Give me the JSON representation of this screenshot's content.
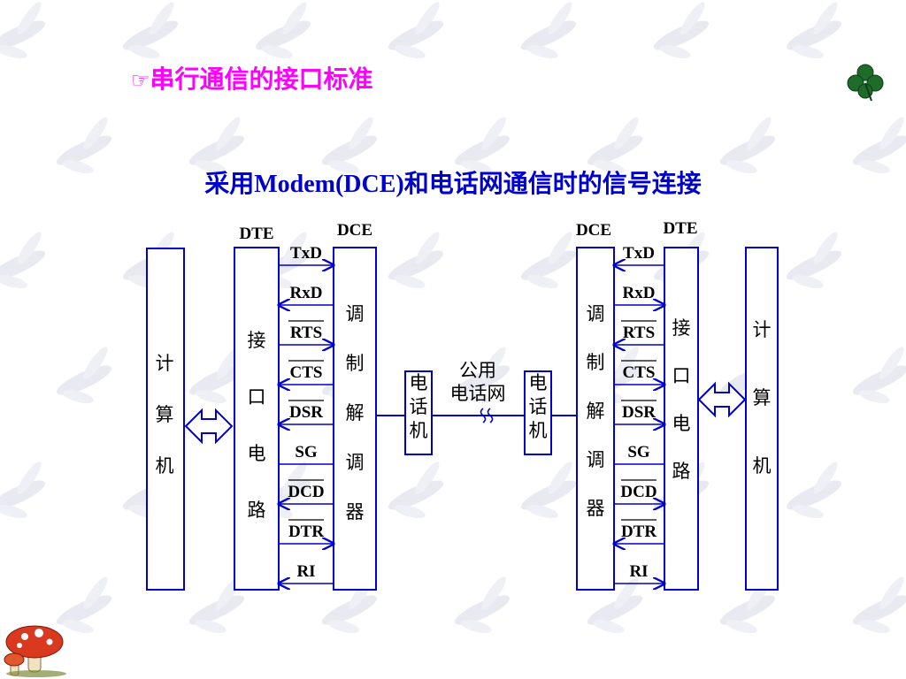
{
  "heading": {
    "icon": "pointing-hand-icon",
    "text": "串行通信的接口标准"
  },
  "subtitle": "采用Modem(DCE)和电话网通信时的信号连接",
  "colors": {
    "heading": "#ff00ff",
    "subtitle": "#0000cc",
    "line": "#0000cc",
    "text": "#000000"
  },
  "diagram": {
    "left": {
      "dte_label": "DTE",
      "dce_label": "DCE",
      "computer": "计算机",
      "interface": "接口电路",
      "modem": "调制解调器"
    },
    "right": {
      "dte_label": "DTE",
      "dce_label": "DCE",
      "computer": "计算机",
      "interface": "接口电路",
      "modem": "调制解调器"
    },
    "signals": [
      {
        "name": "TxD",
        "overline": false,
        "dir": "to-dce"
      },
      {
        "name": "RxD",
        "overline": false,
        "dir": "to-dte"
      },
      {
        "name": "RTS",
        "overline": true,
        "dir": "to-dce"
      },
      {
        "name": "CTS",
        "overline": true,
        "dir": "to-dte"
      },
      {
        "name": "DSR",
        "overline": true,
        "dir": "to-dte"
      },
      {
        "name": "SG",
        "overline": false,
        "dir": "none"
      },
      {
        "name": "DCD",
        "overline": true,
        "dir": "to-dte"
      },
      {
        "name": "DTR",
        "overline": true,
        "dir": "to-dce"
      },
      {
        "name": "RI",
        "overline": false,
        "dir": "to-dte"
      }
    ],
    "phone_left": "电话机",
    "phone_right": "电话机",
    "network_label_line1": "公用",
    "network_label_line2": "电话网"
  },
  "decorations": {
    "top_right": "clover-icon",
    "bottom_left": "mushroom-icon"
  }
}
